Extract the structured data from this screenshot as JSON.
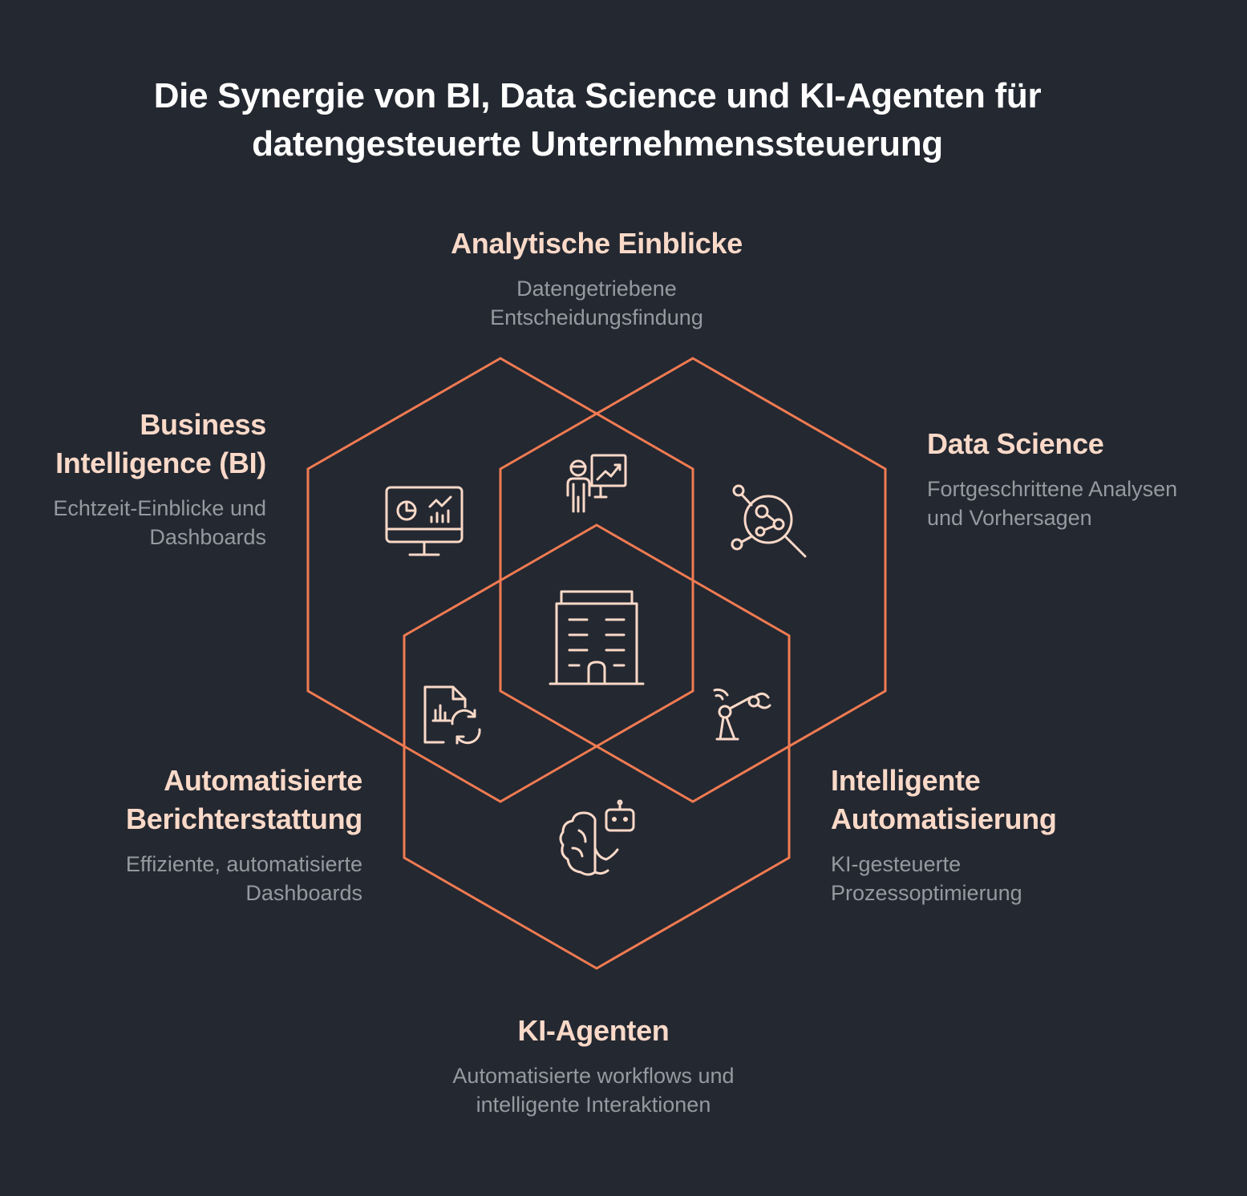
{
  "title": {
    "line1": "Die Synergie von BI, Data Science und KI-Agenten für",
    "line2": "datengesteuerte Unternehmenssteuerung"
  },
  "labels": {
    "analytische": {
      "heading": [
        "Analytische Einblicke"
      ],
      "desc": [
        "Datengetriebene",
        "Entscheidungsfindung"
      ]
    },
    "bi": {
      "heading": [
        "Business",
        "Intelligence (BI)"
      ],
      "desc": [
        "Echtzeit-Einblicke und",
        "Dashboards"
      ]
    },
    "datascience": {
      "heading": [
        "Data Science"
      ],
      "desc": [
        "Fortgeschrittene Analysen",
        "und Vorhersagen"
      ]
    },
    "berichterstattung": {
      "heading": [
        "Automatisierte",
        "Berichterstattung"
      ],
      "desc": [
        "Effiziente, automatisierte",
        "Dashboards"
      ]
    },
    "automatisierung": {
      "heading": [
        "Intelligente",
        "Automatisierung"
      ],
      "desc": [
        "KI-gesteuerte",
        "Prozessoptimierung"
      ]
    },
    "kiagenten": {
      "heading": [
        "KI-Agenten"
      ],
      "desc": [
        "Automatisierte workflows und",
        "intelligente Interaktionen"
      ]
    }
  },
  "colors": {
    "background": "#242831",
    "hexagon_stroke": "#f27b52",
    "icon_stroke": "#fbd9c8",
    "heading": "#fbd9c8",
    "description": "#9699a0",
    "title": "#ffffff"
  },
  "icons": {
    "bi": "dashboard-monitor-icon",
    "analytische": "presenter-chart-icon",
    "datascience": "data-search-icon",
    "center": "office-building-icon",
    "berichterstattung": "report-refresh-icon",
    "automatisierung": "robot-arm-icon",
    "kiagenten": "ai-brain-robot-icon"
  }
}
